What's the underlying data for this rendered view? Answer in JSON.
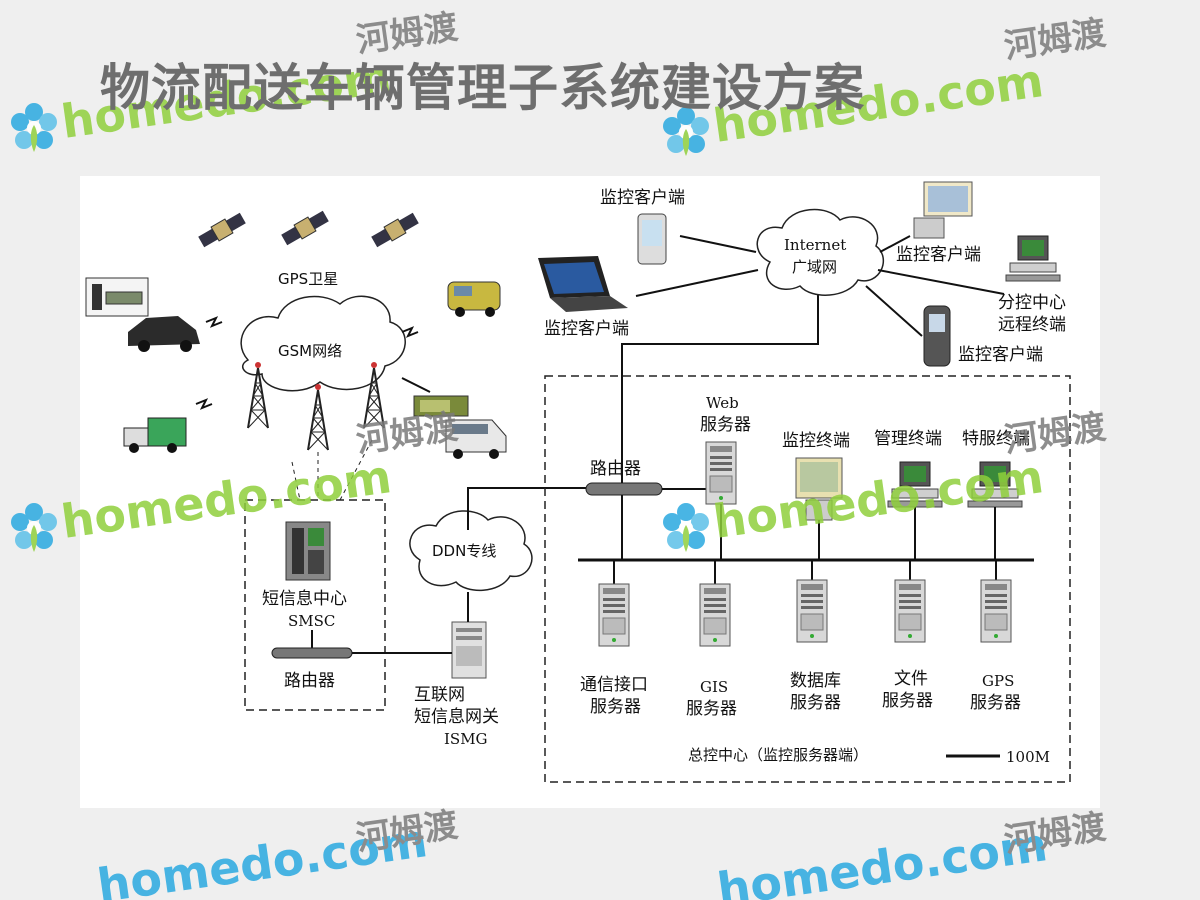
{
  "slide": {
    "title": "物流配送车辆管理子系统建设方案"
  },
  "diagram": {
    "gps_satellite": "GPS卫星",
    "gsm_network": "GSM网络",
    "ddn_line": "DDN专线",
    "internet_line1": "Internet",
    "internet_line2": "广域网",
    "monitor_client_phone": "监控客户端",
    "monitor_client_laptop": "监控客户端",
    "monitor_client_right": "监控客户端",
    "monitor_client_mobile": "监控客户端",
    "branch_center_line1": "分控中心",
    "branch_center_line2": "远程终端",
    "router_top": "路由器",
    "router_left": "路由器",
    "web_server_line1": "Web",
    "web_server_line2": "服务器",
    "monitor_terminal": "监控终端",
    "management_terminal": "管理终端",
    "special_terminal": "特服终端",
    "smsc_line1": "短信息中心",
    "smsc_line2": "SMSC",
    "ismg_line1": "互联网",
    "ismg_line2": "短信息网关",
    "ismg_line3": "ISMG",
    "comm_server_line1": "通信接口",
    "comm_server_line2": "服务器",
    "gis_server_line1": "GIS",
    "gis_server_line2": "服务器",
    "db_server_line1": "数据库",
    "db_server_line2": "服务器",
    "file_server_line1": "文件",
    "file_server_line2": "服务器",
    "gps_server_line1": "GPS",
    "gps_server_line2": "服务器",
    "control_center": "总控中心（监控服务器端）",
    "legend_100m": "100M"
  },
  "watermark": {
    "brand_en": "homedo.com",
    "brand_cn": "河姆渡"
  },
  "colors": {
    "title": "#6e6e6e",
    "watermark_green": "#8fcf3c",
    "watermark_blue": "#29a8e0"
  }
}
